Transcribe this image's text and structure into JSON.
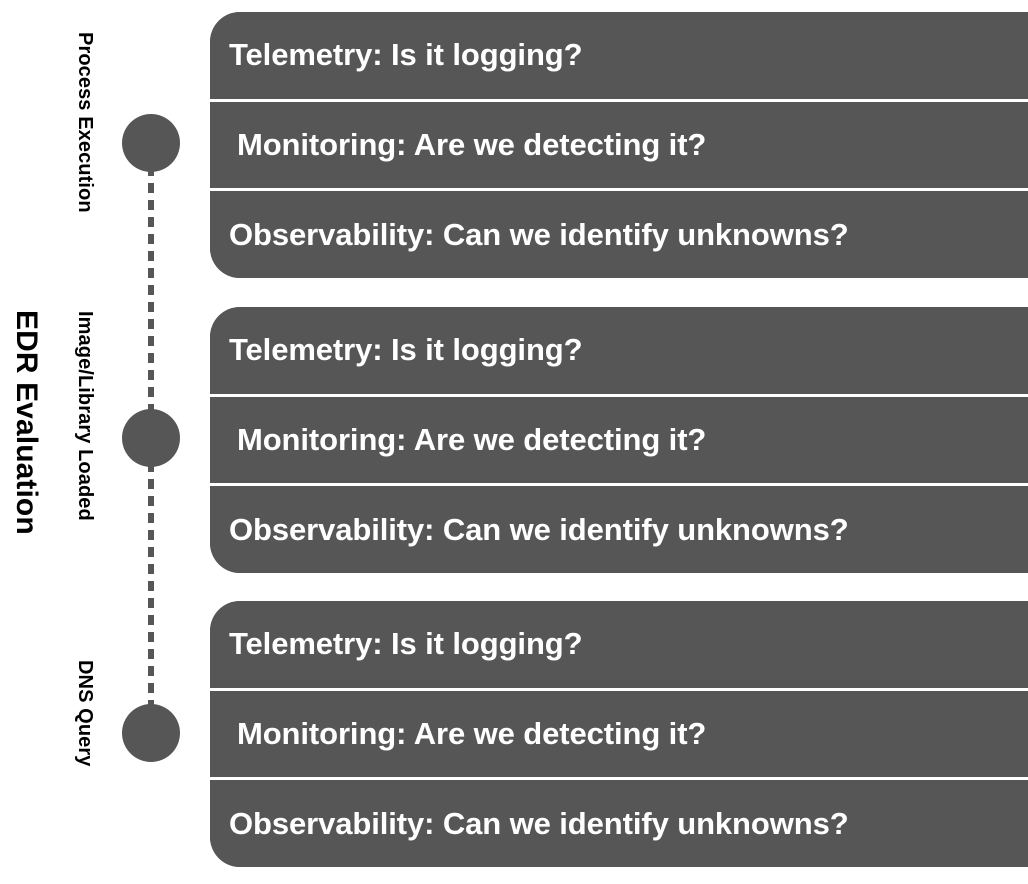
{
  "figure": {
    "main_axis_label": "EDR Evaluation",
    "bar_color": "#565656",
    "node_color": "#565656",
    "text_color": "#ffffff",
    "background_color": "#ffffff",
    "separator_color": "#ffffff"
  },
  "chart_data": {
    "type": "table",
    "title": "EDR Evaluation",
    "xlabel": "",
    "ylabel": "EDR Evaluation",
    "grid": false,
    "legend": "none",
    "categories": [
      "Process Execution",
      "Image/Library Loaded",
      "DNS Query"
    ],
    "row_labels": [
      "Telemetry: Is it logging?",
      "Monitoring: Are we detecting it?",
      "Observability: Can we identify unknowns?"
    ],
    "groups": [
      {
        "stage": "Process Execution",
        "rows": [
          "Telemetry: Is it logging?",
          "Monitoring: Are we detecting it?",
          "Observability: Can we identify unknowns?"
        ]
      },
      {
        "stage": "Image/Library Loaded",
        "rows": [
          "Telemetry: Is it logging?",
          "Monitoring: Are we detecting it?",
          "Observability: Can we identify unknowns?"
        ]
      },
      {
        "stage": "DNS Query",
        "rows": [
          "Telemetry: Is it logging?",
          "Monitoring: Are we detecting it?",
          "Observability: Can we identify unknowns?"
        ]
      }
    ]
  }
}
